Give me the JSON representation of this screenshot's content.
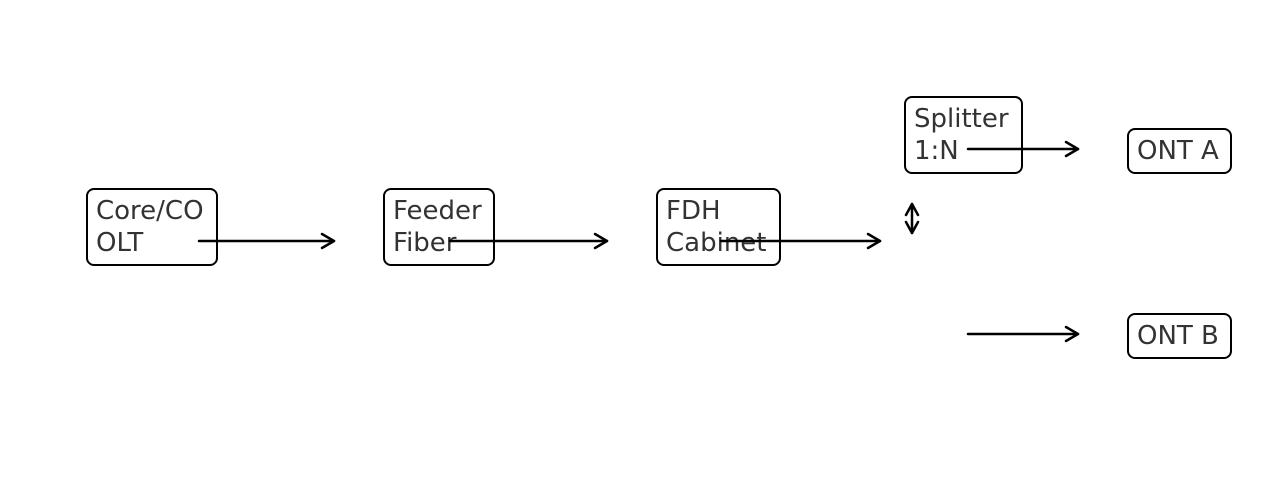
{
  "nodes": {
    "olt": {
      "line1": "Core/CO",
      "line2": "OLT"
    },
    "feeder": {
      "line1": "Feeder",
      "line2": "Fiber"
    },
    "fdh": {
      "line1": "FDH",
      "line2": "Cabinet"
    },
    "splitter": {
      "line1": "Splitter",
      "line2": "1:N"
    },
    "ont_a": {
      "label": "ONT A"
    },
    "ont_b": {
      "label": "ONT B"
    }
  },
  "edges": [
    {
      "from": "olt",
      "to": "feeder",
      "style": "single-arrow"
    },
    {
      "from": "feeder",
      "to": "fdh",
      "style": "single-arrow"
    },
    {
      "from": "fdh",
      "to": "splitter",
      "style": "single-arrow"
    },
    {
      "from": "fdh",
      "to": "splitter",
      "style": "double-arrow"
    },
    {
      "from": "splitter",
      "to": "ont_a",
      "style": "single-arrow"
    },
    {
      "from": "splitter",
      "to": "ont_b",
      "style": "single-arrow"
    }
  ],
  "colors": {
    "stroke": "#000000",
    "text": "#333333",
    "background": "#ffffff"
  }
}
